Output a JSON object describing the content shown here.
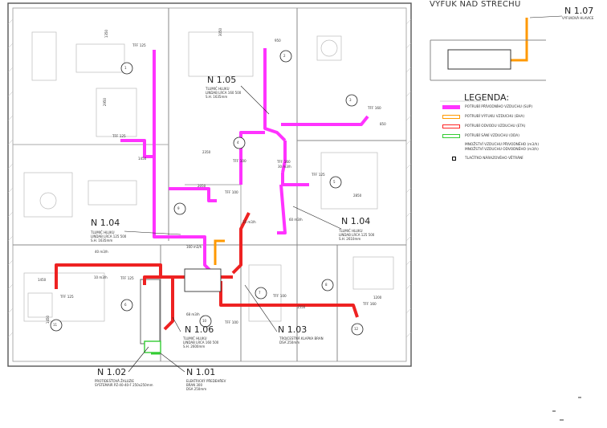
{
  "roof_title": "VÝFUK NAD STŘECHU",
  "legend": {
    "title": "LEGENDA:",
    "items": [
      {
        "label": "POTRUBÍ PŘÍVODNÍHO VZDUCHU (SUP)",
        "color": "#ff33ff",
        "kind": "pipe"
      },
      {
        "label": "POTRUBÍ VÝFUKU VZDUCHU (EHA)",
        "color": "#ff9900",
        "kind": "pipe"
      },
      {
        "label": "POTRUBÍ ODVODU VZDUCHU (ETA)",
        "color": "#ff2222",
        "kind": "pipe"
      },
      {
        "label": "POTRUBÍ SÁNÍ VZDUCHU (ODA)",
        "color": "#33cc33",
        "kind": "pipe"
      },
      {
        "label": "MNOŽSTVÍ VZDUCHU PŘIVODNÉHO (m3/h)",
        "color": "#555555",
        "kind": "text"
      },
      {
        "label": "MNOŽSTVÍ VZDUCHU ODVODNÉHO (m3/h)",
        "color": "#555555",
        "kind": "text"
      },
      {
        "label": "TLAČÍTKO NÁRAZOVÉHO VĚTRÁNÍ",
        "color": "#000000",
        "kind": "square"
      }
    ]
  },
  "tags": {
    "n105": "N 1.05",
    "n104a": "N 1.04",
    "n104b": "N 1.04",
    "n106": "N 1.06",
    "n103": "N 1.03",
    "n102": "N 1.02",
    "n101": "N 1.01",
    "n107": "N 1.07"
  },
  "notes": {
    "n105": [
      "TLUMIČ HLUKU",
      "LINDAB LRCA 160 500",
      "S.H. 1635mm"
    ],
    "n104a": [
      "TLUMIČ HLUKU",
      "LINDAB LRCA 125 500",
      "S.H. 1635mm"
    ],
    "n104b": [
      "TLUMIČ HLUKU",
      "LINDAB LRCA 125 500",
      "S.H. 2610mm"
    ],
    "n106": [
      "TLUMIČ HLUKU",
      "LINDAB LRCA 160 500",
      "S.H. 2600mm"
    ],
    "n103": [
      "TROJCESTNÁ KLAPKA BRAN",
      "DSA 250mm"
    ],
    "n102": [
      "PROTIDEŠŤOVÁ ŽALUZIE",
      "SYSTEMAIR PZ-40-40-F 250x250mm"
    ],
    "n101": [
      "ELEKTRICKÝ PŘEDEHŘEV",
      "BRAN 300",
      "DSA 250mm"
    ],
    "n107": [
      "VYFUKOVÁ HLAVICE"
    ]
  },
  "terminals": [
    {
      "id": "tff-top",
      "text": "TFF 125"
    },
    {
      "id": "tff-liv",
      "text": "TFF 125"
    },
    {
      "id": "tff-bath",
      "text": "TFF 160"
    },
    {
      "id": "tff-bed",
      "text": "TFF 125"
    },
    {
      "id": "tff-r1",
      "text": "TFF 160"
    },
    {
      "id": "tff-mid",
      "text": "TFF 100"
    },
    {
      "id": "tff-mid2",
      "text": "TFF 100"
    },
    {
      "id": "tff-k1",
      "text": "TFF 125"
    },
    {
      "id": "tff-k2",
      "text": "TFF 125"
    },
    {
      "id": "tff-b1",
      "text": "TFF 160"
    },
    {
      "id": "tff-b2",
      "text": "TFF 100"
    },
    {
      "id": "tff-wc",
      "text": "TFF 100"
    }
  ],
  "dims": [
    "1350",
    "2950",
    "1450",
    "2350",
    "2850",
    "850",
    "1450",
    "1200",
    "1550",
    "950",
    "3050",
    "1450",
    "2050"
  ],
  "flows": [
    "30 m3/h",
    "60 m3/h",
    "40 m3/h",
    "10 m3/h",
    "68 m3/h",
    "35 m3/h",
    "160 m3/h"
  ],
  "room_numbers": [
    "1",
    "2",
    "3",
    "4",
    "5",
    "6",
    "7",
    "8",
    "9",
    "10",
    "11",
    "12"
  ]
}
